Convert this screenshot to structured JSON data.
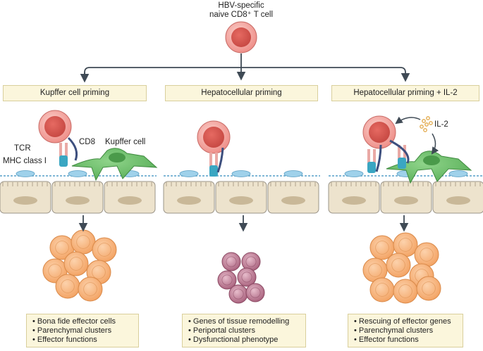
{
  "top_cell": {
    "title_line1": "HBV-specific",
    "title_line2": "naive CD8⁺ T cell"
  },
  "panels": [
    {
      "header": "Kupffer cell priming",
      "labels": {
        "tcr": "TCR",
        "cd8": "CD8",
        "mhc": "MHC class I",
        "kupffer": "Kupffer cell"
      },
      "bullets": [
        "Bona fide effector cells",
        "Parenchymal clusters",
        "Effector functions"
      ]
    },
    {
      "header": "Hepatocellular priming",
      "bullets": [
        "Genes of tissue remodelling",
        "Periportal clusters",
        "Dysfunctional phenotype"
      ]
    },
    {
      "header": "Hepatocellular priming + IL-2",
      "labels": {
        "il2": "IL-2"
      },
      "bullets": [
        "Rescuing of effector genes",
        "Parenchymal clusters",
        "Effector functions"
      ]
    }
  ],
  "colors": {
    "tcell": "#f29a94",
    "effector": "#f7b07a",
    "dysfunctional": "#b8768f",
    "kupffer": "#6cbf6a",
    "hepatocyte": "#ede3cd",
    "endothelial": "#9fd1ea",
    "box_fill": "#fbf6dc",
    "arrow": "#3f4a55",
    "mhc": "#3aa6c2",
    "tcr": "#e9a9a5",
    "cd8": "#3d4f7e",
    "il2": "#e2a94a"
  },
  "icons": [
    "naive-t-cell",
    "kupffer-cell",
    "hepatocyte",
    "endothelial-cell",
    "il2-dots",
    "effector-cluster",
    "dysfunctional-cluster"
  ]
}
